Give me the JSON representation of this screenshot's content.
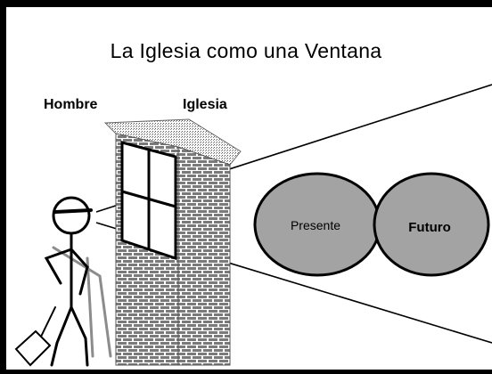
{
  "diagram": {
    "title": "La Iglesia como una Ventana",
    "labels": {
      "man": "Hombre",
      "church": "Iglesia"
    },
    "ellipses": [
      {
        "label": "Presente"
      },
      {
        "label": "Futuro"
      }
    ],
    "colors": {
      "frame": "#000000",
      "background": "#ffffff",
      "ellipse_fill": "#a3a3a3",
      "brick": "#7a7a7a",
      "mortar": "#ffffff",
      "pillar_top": "#cfcfcf",
      "stick_tool": "#8c8c8c"
    }
  }
}
